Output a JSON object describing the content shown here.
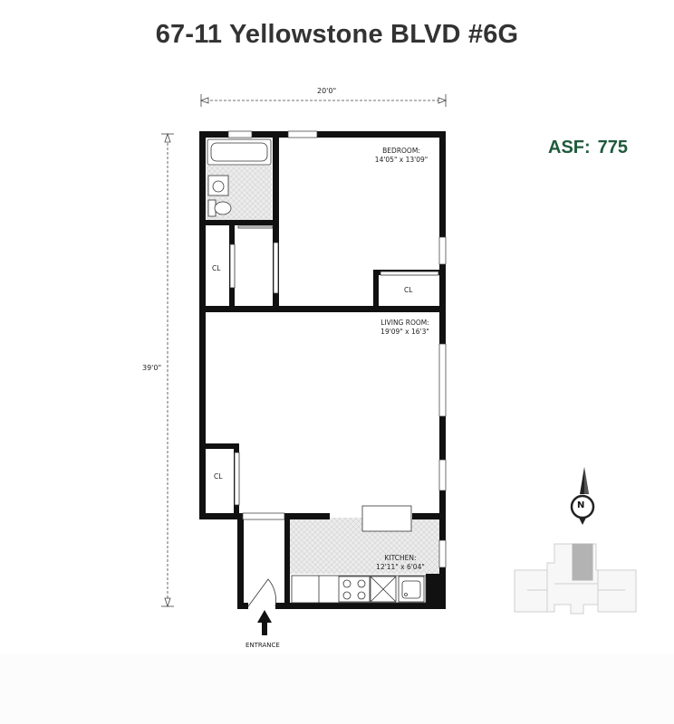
{
  "title": "67-11 Yellowstone BLVD #6G",
  "asf": {
    "label": "ASF:",
    "value": "775"
  },
  "dimensions": {
    "width": "20'0\"",
    "height": "39'0\""
  },
  "rooms": {
    "bedroom": {
      "name": "BEDROOM:",
      "size": "14'05\" x 13'09\""
    },
    "living": {
      "name": "LIVING ROOM:",
      "size": "19'09\" x 16'3\""
    },
    "kitchen": {
      "name": "KITCHEN:",
      "size": "12'11\" x 6'04\""
    },
    "closet1": "CL",
    "closet2": "CL",
    "closet3": "CL"
  },
  "entrance": "ENTRANCE",
  "compass": "N",
  "colors": {
    "wall": "#111111",
    "tile": "#e6e6e6",
    "accent": "#1e5a3a",
    "highlight": "#b3b3b3"
  }
}
